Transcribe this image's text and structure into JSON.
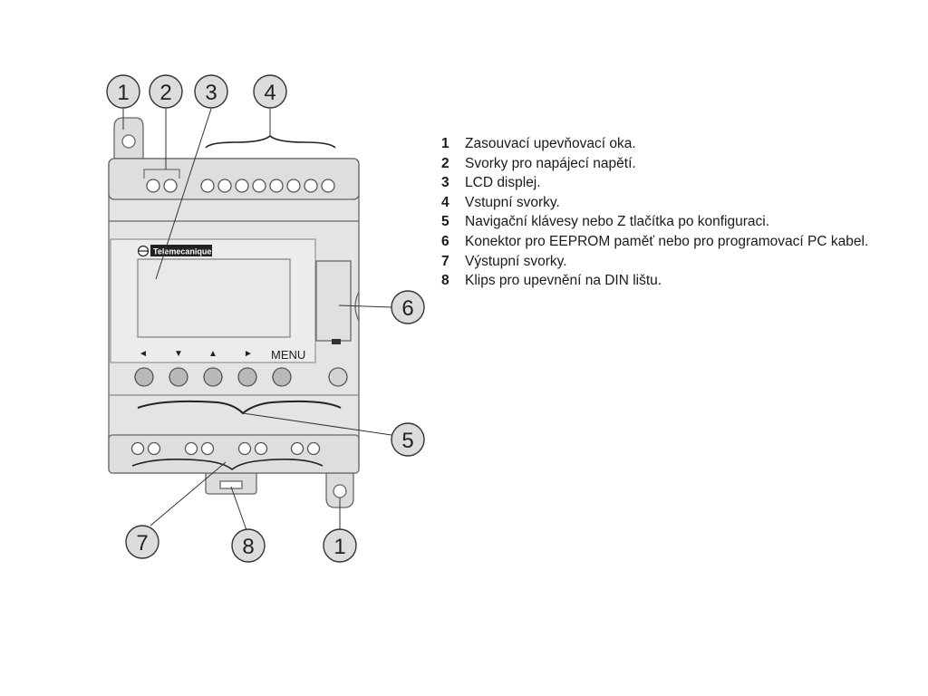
{
  "device": {
    "brand": "Telemecanique",
    "menu_label": "MENU",
    "nav_arrows": [
      "◄",
      "▼",
      "▲",
      "►"
    ]
  },
  "callouts": {
    "c1_top": "1",
    "c2": "2",
    "c3": "3",
    "c4": "4",
    "c5": "5",
    "c6": "6",
    "c7": "7",
    "c8": "8",
    "c1_bottom": "1"
  },
  "legend": [
    {
      "num": "1",
      "text": "Zasouvací upevňovací oka."
    },
    {
      "num": "2",
      "text": "Svorky pro napájecí napětí."
    },
    {
      "num": "3",
      "text": "LCD displej."
    },
    {
      "num": "4",
      "text": "Vstupní svorky."
    },
    {
      "num": "5",
      "text": "Navigační klávesy nebo Z tlačítka po konfiguraci."
    },
    {
      "num": "6",
      "text": "Konektor pro EEPROM paměť nebo pro programovací PC kabel."
    },
    {
      "num": "7",
      "text": "Výstupní svorky."
    },
    {
      "num": "8",
      "text": "Klips pro upevnění na DIN lištu."
    }
  ]
}
